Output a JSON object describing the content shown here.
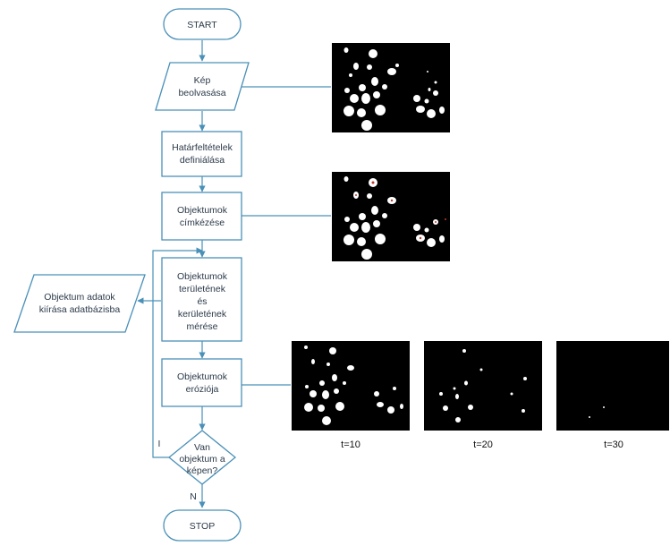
{
  "flowchart": {
    "start": "START",
    "read_image": [
      "Kép",
      "beolvasása"
    ],
    "boundary": [
      "Határfeltételek",
      "definiálása"
    ],
    "labeling": [
      "Objektumok",
      "címkézése"
    ],
    "measure": [
      "Objektumok",
      "területének",
      "és",
      "kerületének",
      "mérése"
    ],
    "erosion": [
      "Objektumok",
      "eróziója"
    ],
    "decision": [
      "Van",
      "objektum a",
      "képen?"
    ],
    "stop": "STOP",
    "output": [
      "Objektum adatok",
      "kiírása adatbázisba"
    ],
    "yes_label": "I",
    "no_label": "N"
  },
  "images": {
    "captions": [
      "t=10",
      "t=20",
      "t=30"
    ]
  },
  "colors": {
    "stroke": "#4a90b8",
    "image_background": "#000000",
    "object": "#ffffff",
    "label_mark": "#c0392b"
  }
}
